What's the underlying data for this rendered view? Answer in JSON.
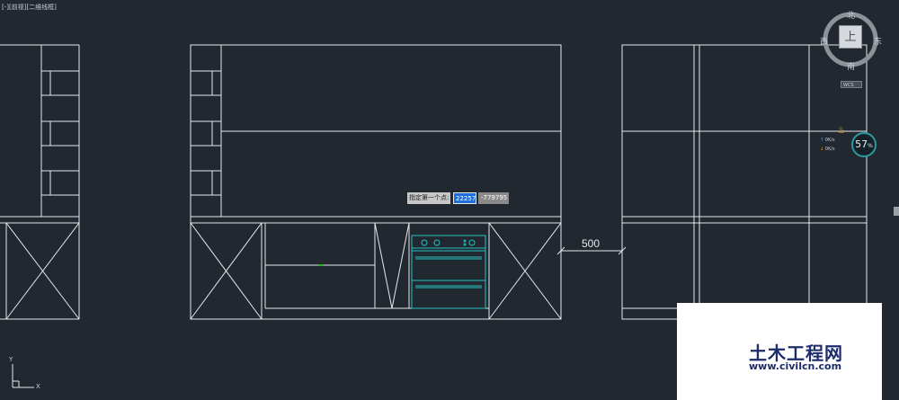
{
  "viewport": {
    "label": "[-][前视][二维线框]"
  },
  "dynamic_input": {
    "prompt": "指定第一个点:",
    "x_value": "22257",
    "y_value": "-779795"
  },
  "dimension": {
    "value": "500"
  },
  "viewcube": {
    "north": "北",
    "south": "南",
    "east": "东",
    "west": "西",
    "top_face": "上",
    "wcs_label": "WCS"
  },
  "performance": {
    "percent": "57",
    "unit": "%",
    "upload": "0K/s",
    "download": "0K/s"
  },
  "ucs": {
    "x_axis": "X",
    "y_axis": "Y"
  },
  "watermark": {
    "title": "土木工程网",
    "url": "www.civilcn.com"
  },
  "colors": {
    "background": "#212830",
    "lines": "#e6e9ed",
    "oven": "#23c4c4",
    "accent": "#2fae3a"
  }
}
